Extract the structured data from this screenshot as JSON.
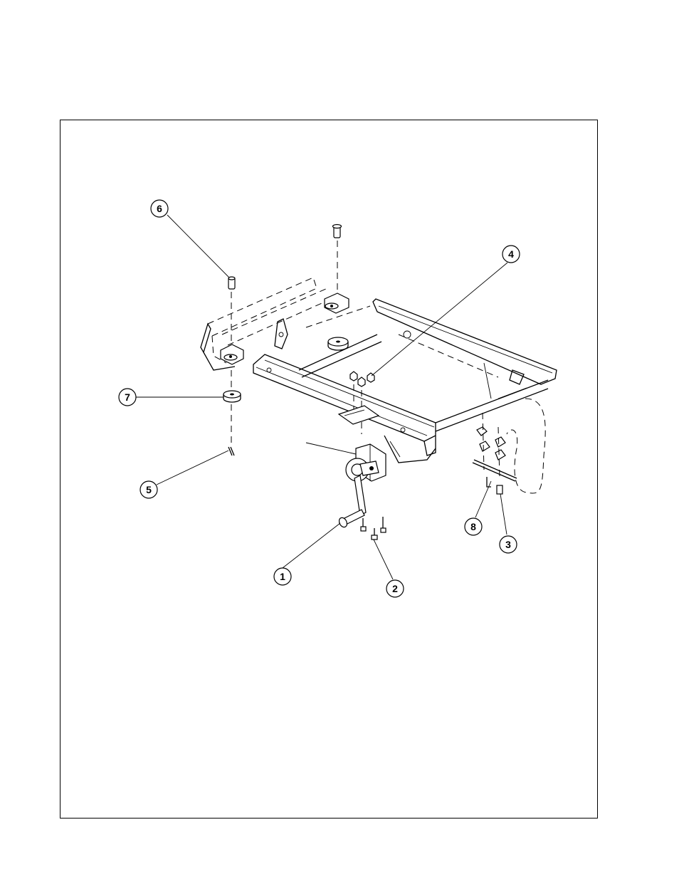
{
  "figure": {
    "callouts": [
      {
        "id": "item-1",
        "label": "1"
      },
      {
        "id": "item-2",
        "label": "2"
      },
      {
        "id": "item-3",
        "label": "3"
      },
      {
        "id": "item-4",
        "label": "4"
      },
      {
        "id": "item-5",
        "label": "5"
      },
      {
        "id": "item-6",
        "label": "6"
      },
      {
        "id": "item-7",
        "label": "7"
      },
      {
        "id": "item-8",
        "label": "8"
      }
    ]
  },
  "colors": {
    "line": "#000000",
    "paper": "#ffffff"
  }
}
